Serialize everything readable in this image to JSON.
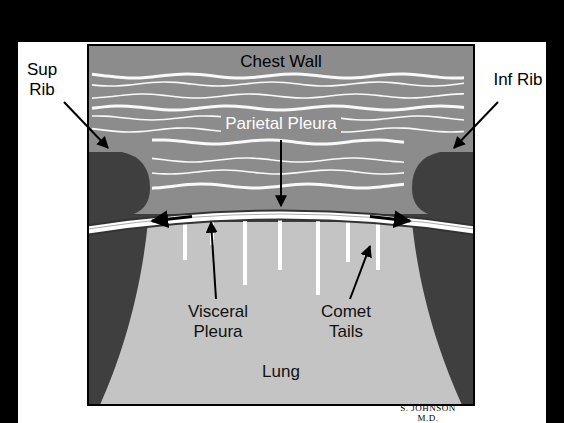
{
  "diagram": {
    "labels": [
      "Sup Rib",
      "Inf Rib",
      "Chest Wall",
      "Parietal Pleura",
      "Visceral Pleura",
      "Comet Tails",
      "Lung",
      "S. JOHNSON M.D."
    ]
  }
}
